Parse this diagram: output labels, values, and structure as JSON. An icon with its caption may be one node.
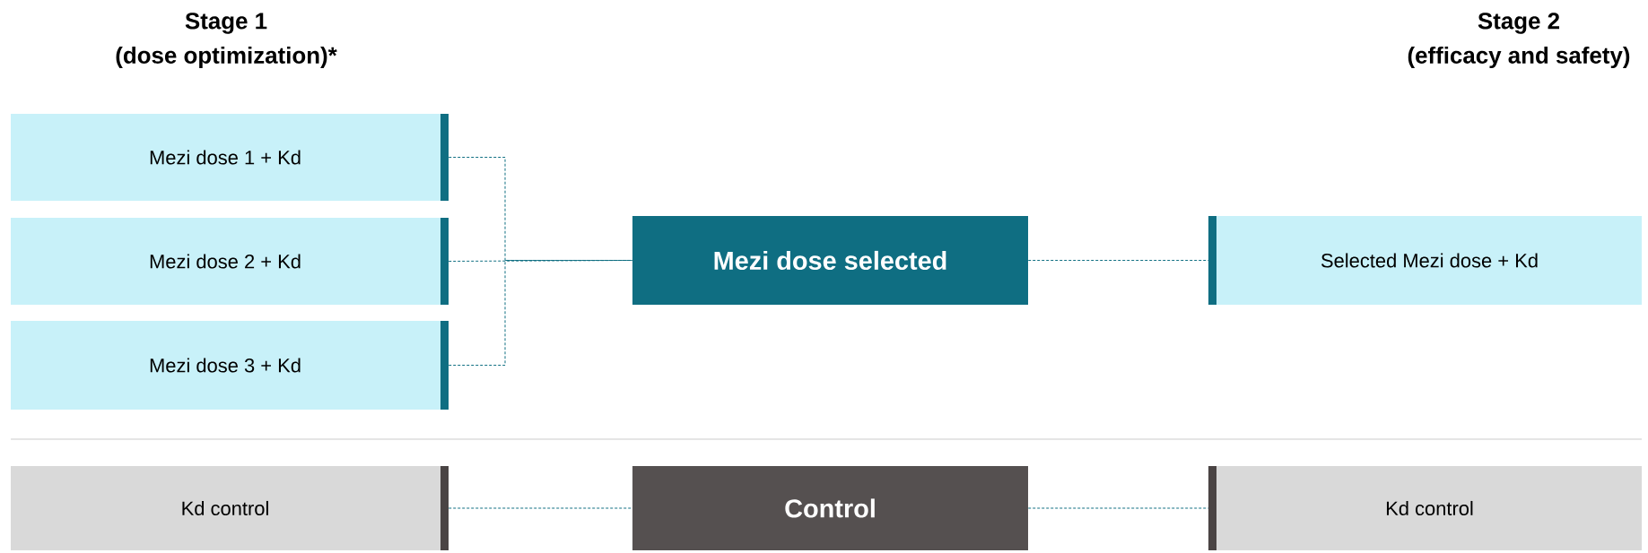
{
  "diagram": {
    "nodes": [
      {
        "text": [
          "Mezi dose 1 + Kd"
        ]
      },
      {
        "text": [
          "Mezi dose 2 + Kd"
        ]
      },
      {
        "text": [
          "Mezi dose 3 + Kd"
        ]
      },
      {
        "text": [
          "Mezi dose selected"
        ]
      },
      {
        "text": [
          "Selected Mezi dose + Kd"
        ]
      },
      {
        "text": [
          "Kd control"
        ]
      },
      {
        "text": [
          "Control"
        ]
      },
      {
        "text": [
          "Kd control"
        ]
      }
    ],
    "edges": [
      {
        "from": 0,
        "to": 3,
        "arrow": "none",
        "style": "dashed"
      },
      {
        "from": 1,
        "to": 3,
        "arrow": "none",
        "style": "dashed"
      },
      {
        "from": 2,
        "to": 3,
        "arrow": "none",
        "style": "dashed"
      },
      {
        "from": 3,
        "to": 4,
        "arrow": "none",
        "style": "dashed"
      },
      {
        "from": 5,
        "to": 6,
        "arrow": "none",
        "style": "dashed"
      },
      {
        "from": 6,
        "to": 7,
        "arrow": "none",
        "style": "dashed"
      }
    ],
    "labels": [
      "Stage 1",
      "(dose optimization)*",
      "Stage 2",
      "(efficacy and safety)"
    ]
  }
}
